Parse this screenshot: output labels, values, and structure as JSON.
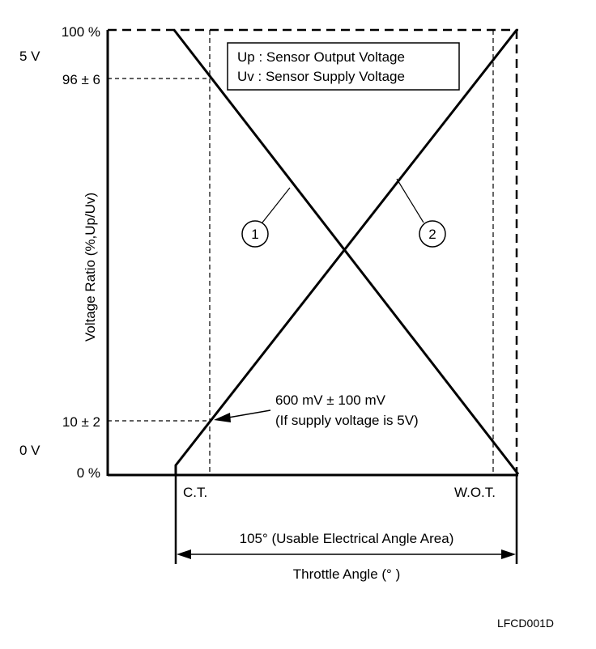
{
  "y_axis": {
    "title": "Voltage Ratio (%,Up/Uv)",
    "top_percent": "100 %",
    "top_voltage": "5 V",
    "upper_mark": "96 ± 6",
    "lower_mark": "10 ± 2",
    "bottom_voltage": "0 V",
    "bottom_percent": "0 %"
  },
  "x_axis": {
    "closed_throttle": "C.T.",
    "wide_open_throttle": "W.O.T.",
    "range_label": "105° (Usable Electrical Angle Area)",
    "title": "Throttle Angle (° )"
  },
  "legend": {
    "line1": "Up : Sensor Output Voltage",
    "line2": "Uv : Sensor Supply Voltage"
  },
  "curves": {
    "curve1_label": "1",
    "curve2_label": "2"
  },
  "annotation": {
    "line1": "600 mV ± 100 mV",
    "line2": "(If supply voltage is 5V)"
  },
  "figure_code": "LFCD001D",
  "chart_data": {
    "type": "line",
    "x_markers": [
      "C.T.",
      "W.O.T."
    ],
    "y_ticks": [
      "0 %",
      "10 ± 2",
      "96 ± 6",
      "100 %"
    ],
    "series": [
      {
        "name": "1",
        "trend": "decreasing"
      },
      {
        "name": "2",
        "trend": "increasing"
      }
    ]
  }
}
